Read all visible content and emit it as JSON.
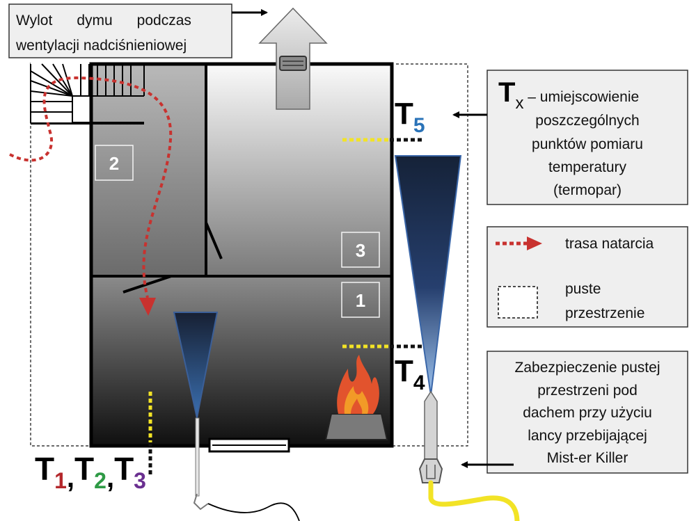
{
  "top_label": {
    "line1": "Wylot      dymu      podczas",
    "line2": "wentylacji nadciśnieniowej"
  },
  "rooms": {
    "room1": "1",
    "room2": "2",
    "room3": "3"
  },
  "thermo": {
    "t_letter": "T",
    "t5_sub": "5",
    "t4_sub": "4",
    "t1_sub": "1",
    "t2_sub": "2",
    "t3_sub": "3",
    "comma": ","
  },
  "legend_tx": {
    "t_letter": "T",
    "sub": "x",
    "line1_rest": " – umiejscowienie",
    "line2": "poszczególnych",
    "line3": "punktów pomiaru",
    "line4": "temperatury",
    "line5": "(termopar)"
  },
  "legend_attack": "trasa natarcia",
  "legend_empty": {
    "line1": "puste",
    "line2": "przestrzenie"
  },
  "legend_lance": {
    "line1": "Zabezpieczenie pustej",
    "line2": "przestrzeni pod",
    "line3": "dachem przy użyciu",
    "line4": "lancy przebijającej",
    "line5": "Mist-er Killer"
  },
  "colors": {
    "attack_route": "#c8322f",
    "thermocouple": "#f2e326",
    "t1": "#b4282c",
    "t2": "#2e9a45",
    "t3": "#6a2f90",
    "t5": "#2a73b8",
    "hose": "#f2e326",
    "wall": "#000000",
    "legend_fill": "#efefef"
  }
}
